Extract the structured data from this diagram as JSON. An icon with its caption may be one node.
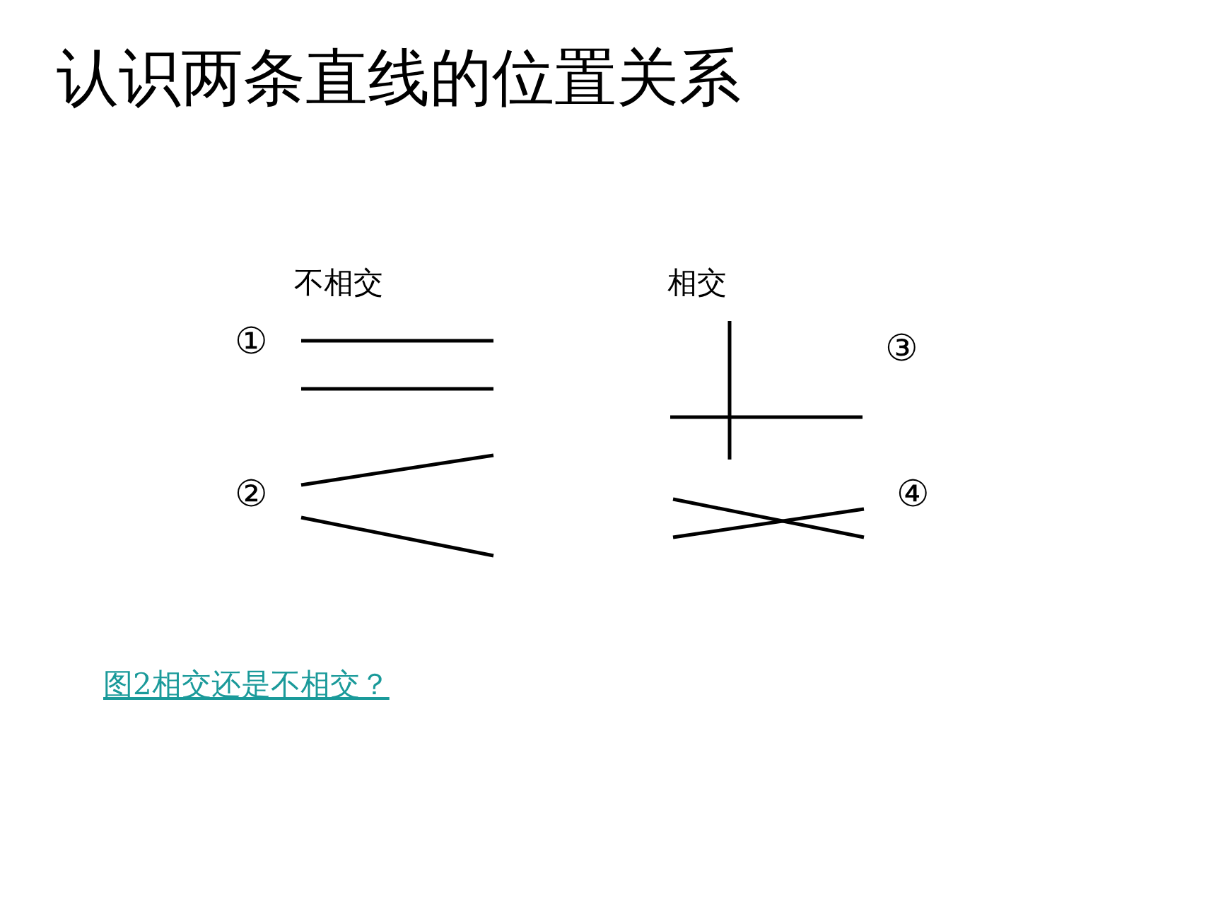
{
  "diagram": {
    "title": "认识两条直线的位置关系",
    "labels": [
      "不相交",
      "相交",
      "①",
      "③",
      "②",
      "④",
      "图2相交还是不相交？"
    ]
  }
}
